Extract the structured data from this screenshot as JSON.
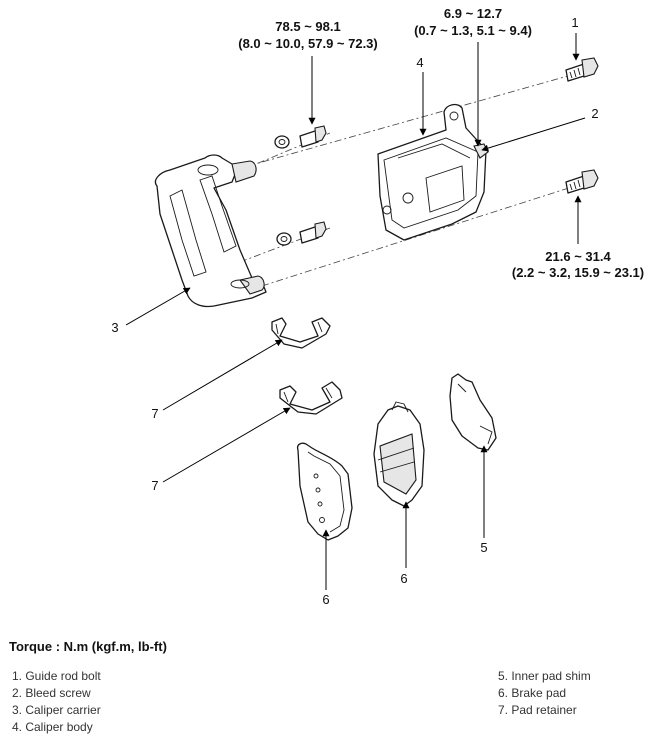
{
  "callouts": {
    "n1": "1",
    "n2": "2",
    "n3": "3",
    "n4": "4",
    "n5": "5",
    "n6a": "6",
    "n6b": "6",
    "n7a": "7",
    "n7b": "7"
  },
  "torques": {
    "carrier_bolt": {
      "line1": "78.5 ~ 98.1",
      "line2": "(8.0 ~ 10.0, 57.9 ~ 72.3)"
    },
    "bleed_screw": {
      "line1": "6.9 ~ 12.7",
      "line2": "(0.7 ~ 1.3, 5.1 ~ 9.4)"
    },
    "guide_rod_bolt": {
      "line1": "21.6 ~ 31.4",
      "line2": "(2.2 ~ 3.2, 15.9 ~ 23.1)"
    }
  },
  "torque_heading": "Torque : N.m (kgf.m, lb-ft)",
  "legend": {
    "left": [
      "1. Guide rod bolt",
      "2. Bleed screw",
      "3. Caliper carrier",
      "4. Caliper body"
    ],
    "right": [
      "5. Inner pad shim",
      "6. Brake pad",
      "7. Pad retainer"
    ]
  }
}
